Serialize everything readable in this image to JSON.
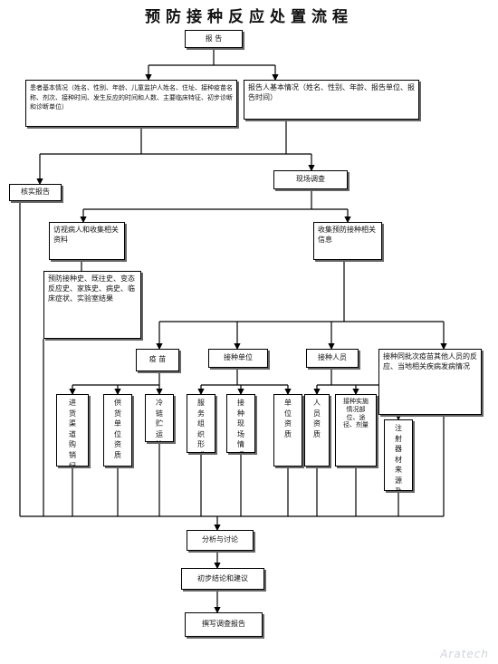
{
  "title": "预防接种反应处置流程",
  "nodes": {
    "report": "报  告",
    "patient_info": "患者基本情况（姓名、性别、年龄、儿童监护人姓名、住址、接种疫苗名称、剂次、接种时间、发生反应的时间和人数、主要临床特征、初步诊断和诊断单位）",
    "reporter_info": "报告人基本情况（姓名、性别、年龄、报告单位、报告时间）",
    "verify_report": "核实报告",
    "field_investigation": "现场调查",
    "visit_patients": "访视病人和收集相关资料",
    "collect_vaccination_info": "收集预防接种相关信息",
    "history": "预防接种史、既往史、变态反应史、家族史、病史、临床症状、实验室结果",
    "vaccine": "疫 苗",
    "vaccination_unit": "接种单位",
    "vaccinator": "接种人员",
    "same_batch": "接种同批次疫苗其他人员的反应、当地相关疾病发病情况",
    "purchase_channel": "进货渠道购销纪录",
    "supplier_qualification": "供货单位资质",
    "cold_chain": "冷链贮运情况",
    "service_org": "服务组织形式",
    "site_conditions": "接种现场情况",
    "unit_qualification": "单位资质",
    "staff_qualification": "人员资质",
    "practice": "接种实施情况部位、途径、剂量",
    "syringe": "注射器材来源及操作",
    "analysis": "分析与讨论",
    "conclusion": "初步结论和建议",
    "write_report": "撰写调查报告"
  },
  "watermark": "Aratech"
}
